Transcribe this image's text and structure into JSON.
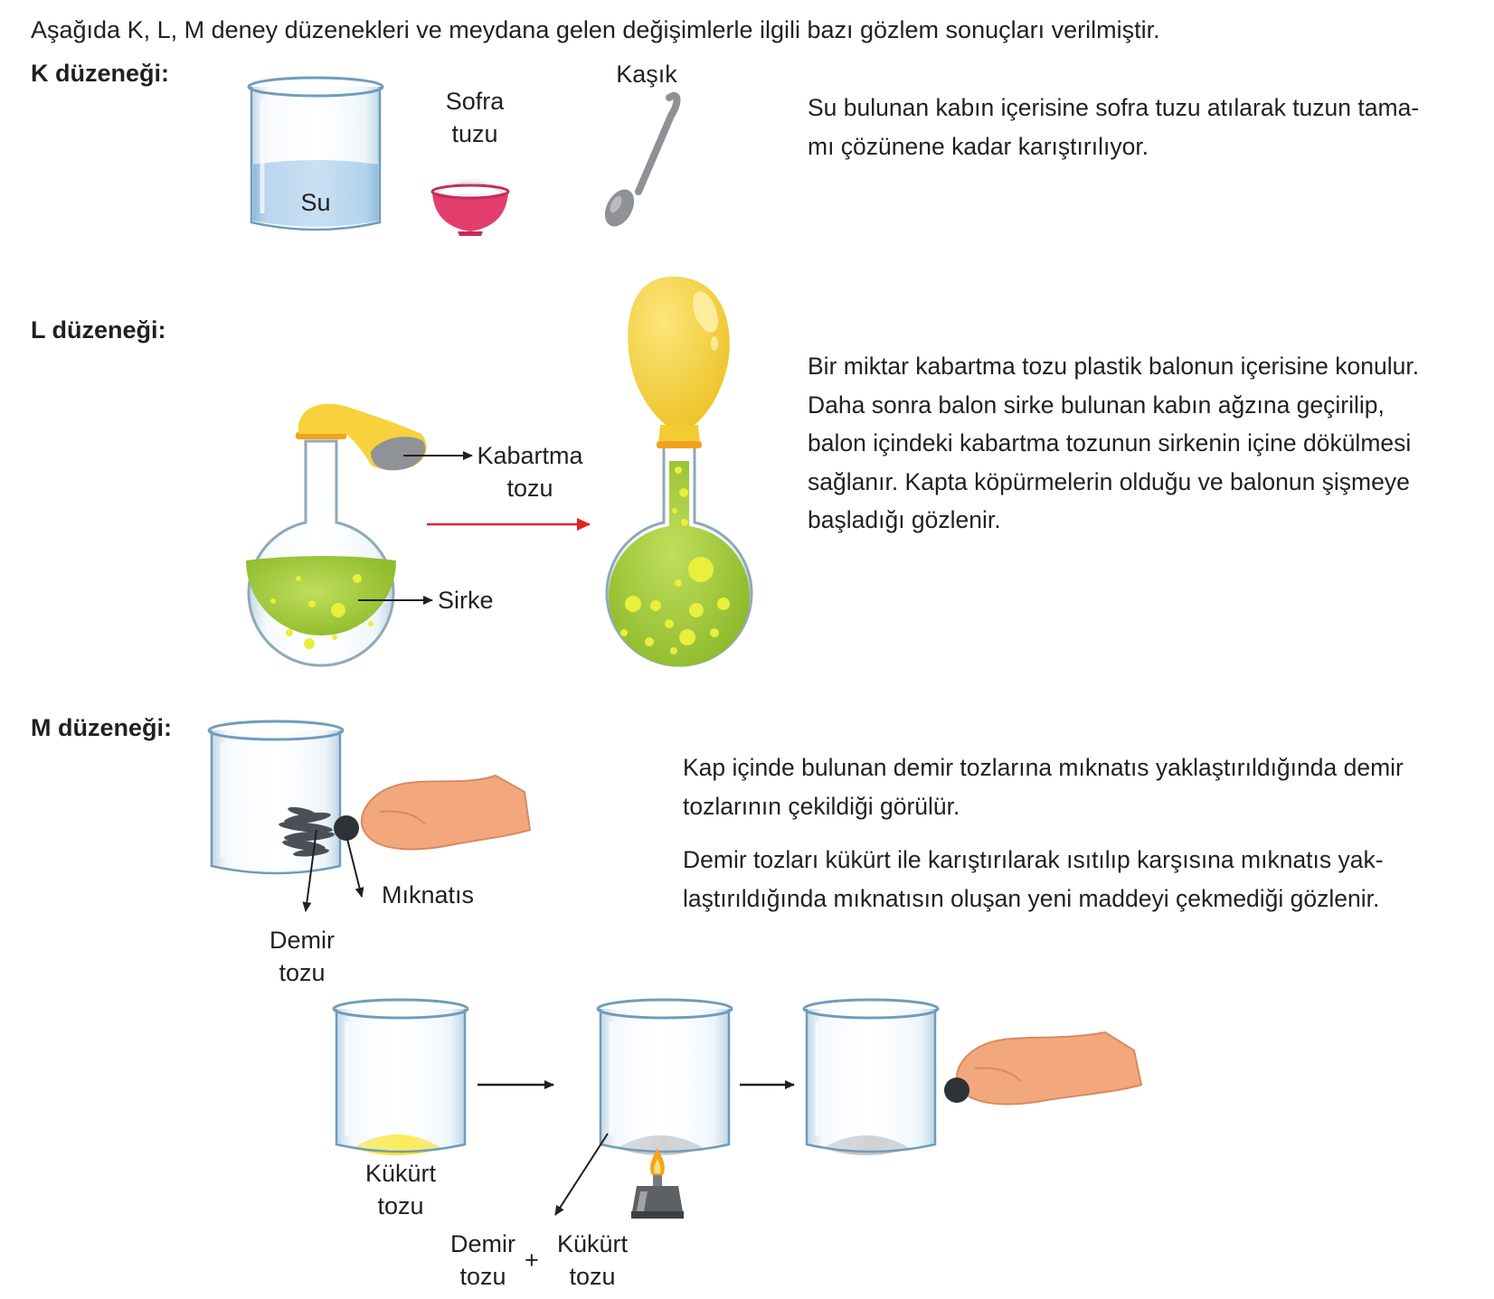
{
  "intro": "Aşağıda K, L, M deney düzenekleri ve meydana gelen değişimlerle ilgili bazı gözlem sonuçları verilmiştir.",
  "k": {
    "heading": "K düzeneği:",
    "water": "Su",
    "salt": [
      "Sofra",
      "tuzu"
    ],
    "spoon": "Kaşık",
    "description": [
      "Su bulunan kabın içerisine sofra tuzu atılarak tuzun tama-",
      "mı çözünene kadar karıştırılıyor."
    ]
  },
  "l": {
    "heading": "L düzeneği:",
    "baking_powder": [
      "Kabartma",
      "tozu"
    ],
    "vinegar": "Sirke",
    "description": [
      "Bir miktar kabartma tozu plastik balonun içerisine konulur.",
      "Daha sonra balon sirke bulunan kabın ağzına geçirilip,",
      "balon içindeki kabartma tozunun sirkenin içine dökülmesi",
      "sağlanır. Kapta köpürmelerin olduğu ve balonun şişmeye",
      "başladığı gözlenir."
    ]
  },
  "m": {
    "heading": "M düzeneği:",
    "magnet": "Mıknatıs",
    "iron": [
      "Demir",
      "tozu"
    ],
    "sulfur": [
      "Kükürt",
      "tozu"
    ],
    "mix_iron": [
      "Demir",
      "tozu"
    ],
    "plus": "+",
    "mix_sulfur": [
      "Kükürt",
      "tozu"
    ],
    "description1": [
      "Kap içinde bulunan demir tozlarına mıknatıs yaklaştırıldığında demir",
      "tozlarının çekildiği görülür."
    ],
    "description2": [
      "Demir tozları kükürt ile karıştırılarak ısıtılıp karşısına mıknatıs yak-",
      "laştırıldığında mıknatısın oluşan yeni maddeyi çekmediği gözlenir."
    ]
  },
  "colors": {
    "text": "#231f20",
    "water": "#a9cdee",
    "bowl": "#e23d6d",
    "spoon": "#8e9196",
    "balloon": "#f7d23c",
    "vinegar": "#a7cf3a",
    "red_arrow": "#e32222",
    "sulfur": "#fae62e",
    "hand": "#f2a77c"
  }
}
